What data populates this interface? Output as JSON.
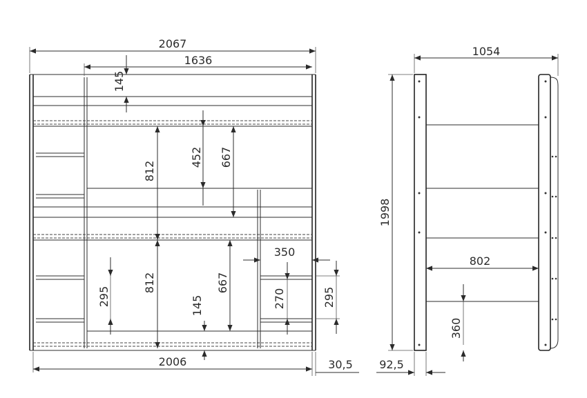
{
  "front_view": {
    "overall_width": "2067",
    "inner_width": "1636",
    "top_gap": "145",
    "upper_bed_height": "812",
    "guard_rail_height": "452",
    "upper_clearance": "667",
    "lower_bed_height": "812",
    "lower_clearance": "667",
    "bottom_gap": "145",
    "left_shelf_295": "295",
    "right_module_width": "350",
    "right_shelf_270": "270",
    "right_shelf_295": "295",
    "base_width": "2006",
    "side_offset": "30,5"
  },
  "side_view": {
    "overall_depth": "1054",
    "overall_height": "1998",
    "bed_depth": "802",
    "bottom_clearance": "360",
    "foot_offset": "92,5"
  }
}
